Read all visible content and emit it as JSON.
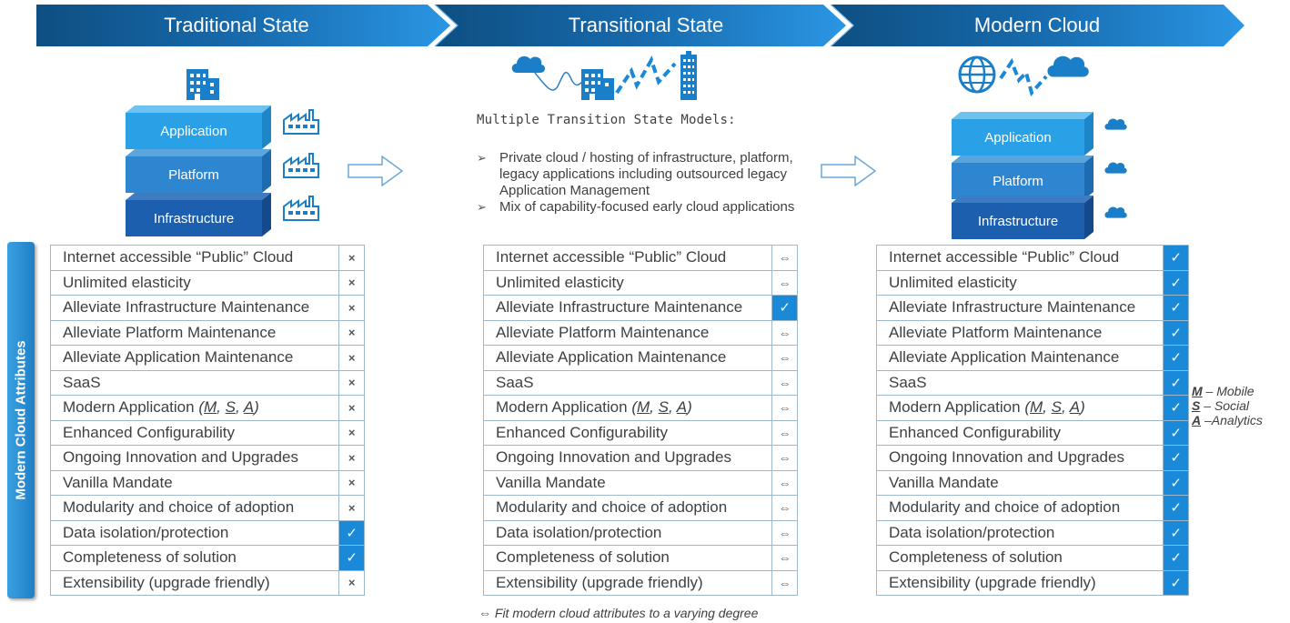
{
  "header": {
    "stages": [
      "Traditional State",
      "Transitional State",
      "Modern Cloud"
    ]
  },
  "side_label": "Modern Cloud Attributes",
  "stack_layers": [
    "Application",
    "Platform",
    "Infrastructure"
  ],
  "transition_note": {
    "title": "Multiple Transition State Models:",
    "bullets": [
      "Private cloud / hosting of infrastructure, platform, legacy applications including outsourced legacy Application Management",
      "Mix of capability-focused early cloud applications"
    ]
  },
  "attributes": [
    "Internet accessible “Public” Cloud",
    "Unlimited elasticity",
    "Alleviate Infrastructure Maintenance",
    "Alleviate Platform Maintenance",
    "Alleviate Application Maintenance",
    "SaaS",
    "Modern Application",
    "Enhanced Configurability",
    "Ongoing Innovation and Upgrades",
    "Vanilla Mandate",
    "Modularity and choice of adoption",
    "Data isolation/protection",
    "Completeness of solution",
    "Extensibility (upgrade friendly)"
  ],
  "modern_app_suffix": {
    "open": " (",
    "m": "M",
    "s": "S",
    "a": "A",
    "sep": ", ",
    "close": ")"
  },
  "marks": {
    "traditional": [
      "cross",
      "cross",
      "cross",
      "cross",
      "cross",
      "cross",
      "cross",
      "cross",
      "cross",
      "cross",
      "cross",
      "check",
      "check",
      "cross"
    ],
    "transitional": [
      "arrow",
      "arrow",
      "check",
      "arrow",
      "arrow",
      "arrow",
      "arrow",
      "arrow",
      "arrow",
      "arrow",
      "arrow",
      "arrow",
      "arrow",
      "arrow"
    ],
    "modern": [
      "check",
      "check",
      "check",
      "check",
      "check",
      "check",
      "check",
      "check",
      "check",
      "check",
      "check",
      "check",
      "check",
      "check"
    ]
  },
  "mark_glyphs": {
    "cross": "×",
    "check": "✓",
    "arrow": "⇔"
  },
  "legend": [
    {
      "letter": "M",
      "text": " – Mobile"
    },
    {
      "letter": "S",
      "text": " – Social"
    },
    {
      "letter": "A",
      "text": " –Analytics"
    }
  ],
  "footnote": "⇔ Fit modern cloud attributes to a varying degree",
  "icons": [
    "building-icon",
    "factory-icon",
    "cloud-icon",
    "globe-icon",
    "skyscraper-icon",
    "connector-dashes-icon",
    "right-arrow-icon"
  ],
  "colors": {
    "header_dark": "#0e4f82",
    "header_mid": "#176aad",
    "header_light": "#2a92e0",
    "check_fill": "#1a8ad8",
    "application_block": "#2aa0e6",
    "platform_block": "#2d86cf",
    "infrastructure_block": "#1c5fae",
    "icon_blue": "#1a7fc8"
  }
}
